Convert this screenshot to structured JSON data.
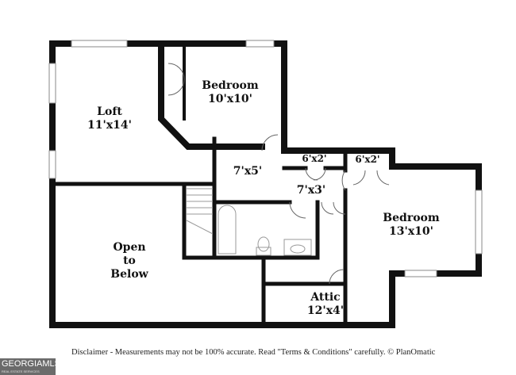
{
  "rooms": {
    "loft": {
      "name": "Loft",
      "size": "11'x14'"
    },
    "bedroom1": {
      "name": "Bedroom",
      "size": "10'x10'"
    },
    "hall": {
      "size": "7'x5'"
    },
    "closet1": {
      "size": "6'x2'"
    },
    "closet2": {
      "size": "6'x2'"
    },
    "hall2": {
      "size": "7'x3'"
    },
    "bedroom2": {
      "name": "Bedroom",
      "size": "13'x10'"
    },
    "open": {
      "l1": "Open",
      "l2": "to",
      "l3": "Below"
    },
    "attic": {
      "name": "Attic",
      "size": "12'x4'"
    }
  },
  "disclaimer": "Disclaimer - Measurements may not be 100% accurate. Read \"Terms & Conditions\" carefully. © PlanOmatic",
  "logo": {
    "text": "GEORGIAMLS",
    "sub": "REAL ESTATE SERVICES"
  }
}
